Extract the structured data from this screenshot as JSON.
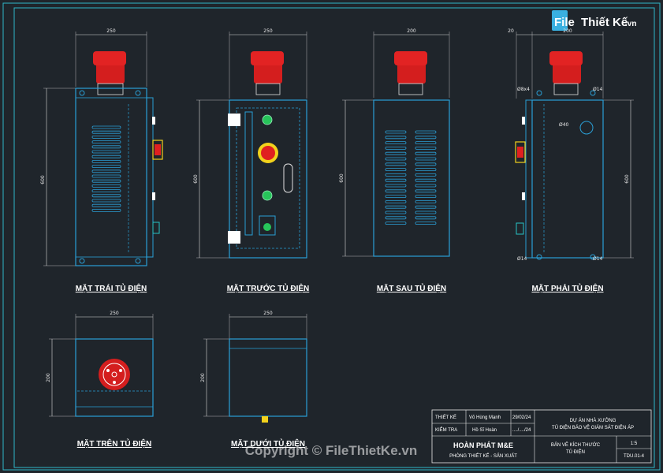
{
  "logo": {
    "text_file": "File",
    "text_thiet": "Thiết Kế",
    "text_domain": ".vn"
  },
  "watermark": "Copyright © FileThietKe.vn",
  "views": {
    "left": {
      "label": "MẶT TRÁI TỦ ĐIỆN",
      "width_dim": "250",
      "height_dim": "600"
    },
    "front": {
      "label": "MẶT TRƯỚC TỦ ĐIỆN",
      "width_dim": "250",
      "height_dim": "600"
    },
    "back": {
      "label": "MẶT SAU TỦ ĐIỆN",
      "width_dim": "200",
      "height_dim": "600"
    },
    "right": {
      "label": "MẶT PHẢI TỦ ĐIỆN",
      "width_dim": "200",
      "height_dim": "600",
      "top_offset_dim": "20",
      "hole_top_left": "Ø8x4",
      "hole_top_right": "Ø14",
      "hole_mid": "Ø40",
      "hole_bottom_left": "Ø14",
      "hole_bottom_right": "Ø14"
    },
    "top": {
      "label": "MẶT TRÊN TỦ ĐIỆN",
      "width_dim": "250",
      "height_dim": "200"
    },
    "bottom": {
      "label": "MẶT DƯỚI TỦ ĐIỆN",
      "width_dim": "250",
      "height_dim": "200"
    }
  },
  "title_block": {
    "designer_label": "THIẾT KẾ",
    "designer_name": "Võ Hùng Mạnh",
    "design_date": "29/02/24",
    "checker_label": "KIỂM TRA",
    "checker_name": "Hồ Sĩ Hoàn",
    "check_date": "..../..../24",
    "company": "HOÀN PHÁT M&E",
    "department": "PHÒNG THIẾT KẾ - SẢN XUẤT",
    "project_line1": "DỰ ÁN NHÀ XƯỞNG",
    "project_line2": "TỦ ĐIỆN BÁO VỆ GIÁM SÁT ĐIỆN ÁP",
    "drawing_title_line1": "BẢN VẼ KÍCH THƯỚC",
    "drawing_title_line2": "TỦ ĐIỆN",
    "scale": "1:5",
    "drawing_no": "TDU.01-4"
  },
  "colors": {
    "background": "#1f252b",
    "frame": "#2fb6c8",
    "cabinet": "#2a9fd6",
    "siren": "#d41e1e",
    "dimension": "#d8d8d8",
    "button_green": "#27c45a",
    "button_red": "#e02020",
    "button_yellow": "#f2d21c"
  }
}
